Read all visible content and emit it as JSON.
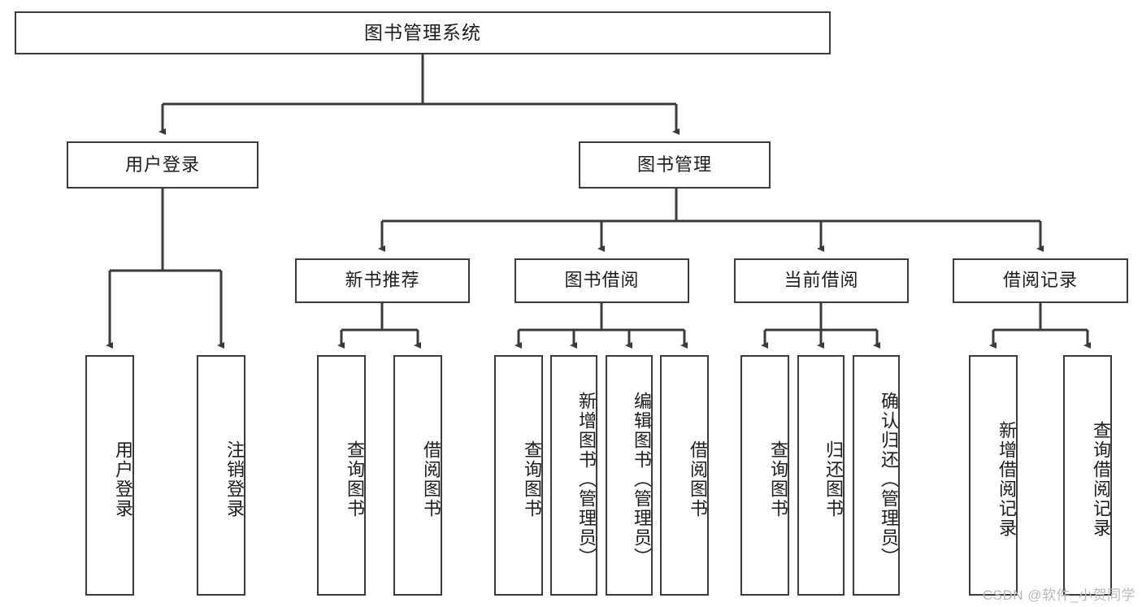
{
  "diagram": {
    "title": "图书管理系统",
    "type": "tree-hierarchy",
    "theme": {
      "background": "#ffffff",
      "border_color": "#3a3a3a",
      "text_color": "#1c1c1c",
      "watermark_color": "#b9b9b9"
    },
    "watermark": "CSDN @软件_小贺同学",
    "root": {
      "label": "图书管理系统"
    },
    "level1": [
      {
        "label": "用户登录"
      },
      {
        "label": "图书管理"
      }
    ],
    "level2": [
      {
        "label": "新书推荐"
      },
      {
        "label": "图书借阅"
      },
      {
        "label": "当前借阅"
      },
      {
        "label": "借阅记录"
      }
    ],
    "leaves": {
      "user_login": [
        {
          "label": "用户登录"
        },
        {
          "label": "注销登录"
        }
      ],
      "new_book_recommend": [
        {
          "label": "查询图书"
        },
        {
          "label": "借阅图书"
        }
      ],
      "book_borrow": [
        {
          "label": "查询图书"
        },
        {
          "label": "新增图书（管理员）"
        },
        {
          "label": "编辑图书（管理员）"
        },
        {
          "label": "借阅图书"
        }
      ],
      "current_borrow": [
        {
          "label": "查询图书"
        },
        {
          "label": "归还图书"
        },
        {
          "label": "确认归还（管理员）"
        }
      ],
      "borrow_record": [
        {
          "label": "新增借阅记录"
        },
        {
          "label": "查询借阅记录"
        }
      ]
    }
  }
}
